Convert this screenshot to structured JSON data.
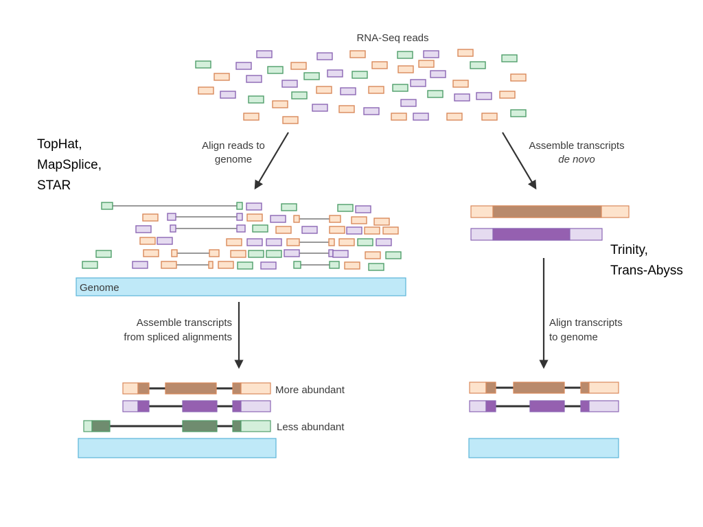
{
  "labels": {
    "reads_title": "RNA-Seq reads",
    "align_left": [
      "Align reads to",
      "genome"
    ],
    "assemble_right": [
      "Assemble transcripts",
      "de novo"
    ],
    "genome": "Genome",
    "assemble_spliced": [
      "Assemble transcripts",
      "from spliced alignments"
    ],
    "align_transcripts": [
      "Align transcripts",
      "to genome"
    ],
    "more_abundant": "More abundant",
    "less_abundant": "Less abundant"
  },
  "tools": {
    "alignment_tools": [
      "TopHat,",
      "MapSplice,",
      "STAR"
    ],
    "assembly_tools": [
      "Trinity,",
      "Trans-Abyss"
    ]
  },
  "colors": {
    "orange": "#d9895a",
    "orange_fill": "#fde3cc",
    "orange_dark": "#b98a6c",
    "purple": "#8b66b3",
    "purple_fill": "#e5dbf0",
    "purple_dark": "#9560b0",
    "green": "#4f9e6a",
    "green_fill": "#d4efdb",
    "green_dark": "#6f8c6f",
    "genome_fill": "#bfe9f8",
    "genome_stroke": "#5ab4d8",
    "arrow": "#333333",
    "intron": "#333333"
  }
}
